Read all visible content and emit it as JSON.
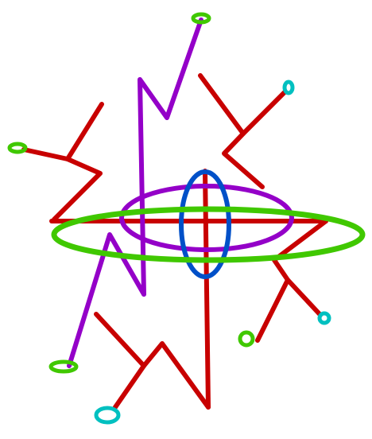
{
  "figure": {
    "background": "#ffffff",
    "colors": {
      "red": "#c80000",
      "purple": "#9400c8",
      "blue": "#0050c8",
      "green": "#40c800",
      "cyan": "#00c0c0"
    },
    "shapes": [
      {
        "name": "red-horizontal-line",
        "kind": "line",
        "color": "red"
      },
      {
        "name": "red-vertical-line",
        "kind": "line",
        "color": "red"
      },
      {
        "name": "red-zigzag-upper-left",
        "kind": "polyline",
        "color": "red"
      },
      {
        "name": "red-zigzag-upper-right",
        "kind": "polyline",
        "color": "red"
      },
      {
        "name": "red-zigzag-lower-right",
        "kind": "polyline",
        "color": "red"
      },
      {
        "name": "red-zigzag-bottom",
        "kind": "polyline",
        "color": "red"
      },
      {
        "name": "purple-zigzag-top",
        "kind": "polyline",
        "color": "purple"
      },
      {
        "name": "purple-zigzag-left",
        "kind": "polyline",
        "color": "purple"
      },
      {
        "name": "purple-horizontal-ellipse",
        "kind": "ellipse",
        "color": "purple"
      },
      {
        "name": "blue-vertical-ellipse",
        "kind": "ellipse",
        "color": "blue"
      },
      {
        "name": "green-horizontal-ellipse",
        "kind": "ellipse",
        "color": "green"
      },
      {
        "name": "green-ring-top",
        "kind": "ring",
        "color": "green"
      },
      {
        "name": "green-ring-left",
        "kind": "ring",
        "color": "green"
      },
      {
        "name": "green-ring-lower-left",
        "kind": "ring",
        "color": "green"
      },
      {
        "name": "green-ring-lower-right",
        "kind": "ring",
        "color": "green"
      },
      {
        "name": "cyan-ring-upper-right",
        "kind": "ring",
        "color": "cyan"
      },
      {
        "name": "cyan-ring-right",
        "kind": "ring",
        "color": "cyan"
      },
      {
        "name": "cyan-ring-bottom",
        "kind": "ring",
        "color": "cyan"
      }
    ]
  }
}
